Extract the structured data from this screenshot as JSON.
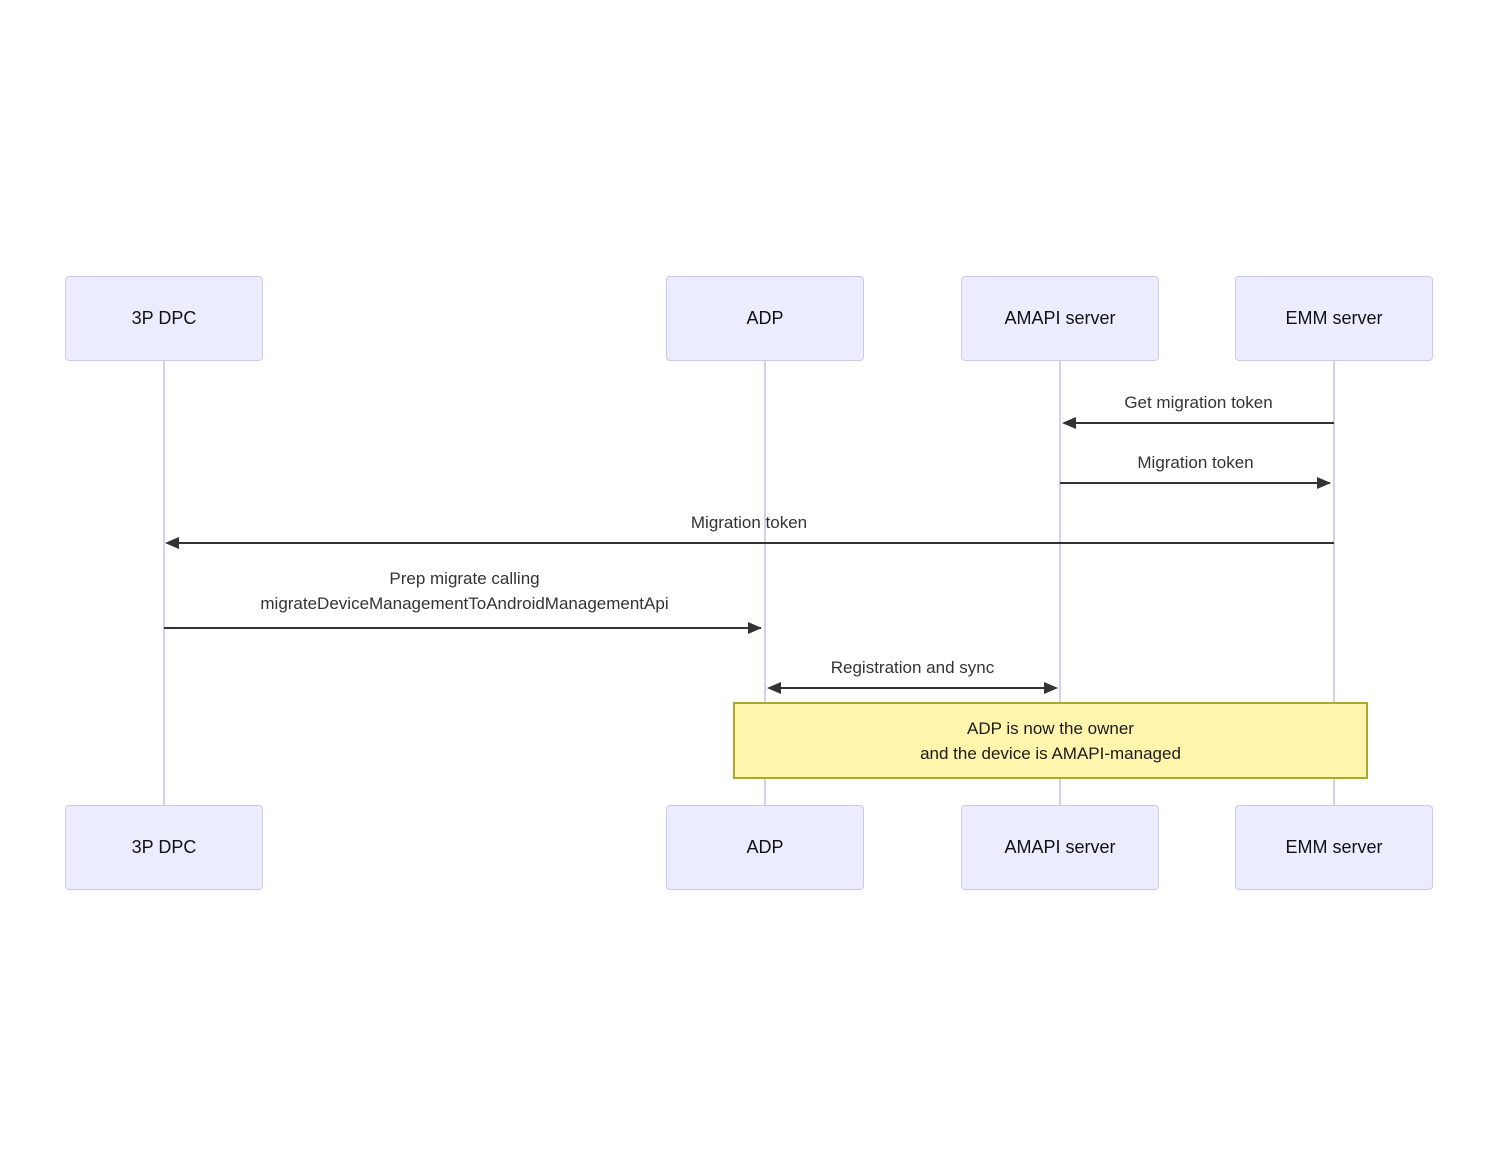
{
  "diagram_type": "sequence-diagram",
  "colors": {
    "background": "#FFFFFF",
    "actor_fill": "#ECECFF",
    "actor_border": "#CFC8EE",
    "lifeline": "#D6D0EE",
    "arrow": "#333333",
    "message_text": "#333333",
    "actor_text": "#111111",
    "note_fill": "#FFF5AD",
    "note_border": "#AAAA33"
  },
  "actors": [
    {
      "label": "3P DPC"
    },
    {
      "label": "ADP"
    },
    {
      "label": "AMAPI server"
    },
    {
      "label": "EMM server"
    }
  ],
  "messages": [
    {
      "label": "Get migration token",
      "from": "EMM server",
      "to": "AMAPI server",
      "direction": "left"
    },
    {
      "label": "Migration token",
      "from": "AMAPI server",
      "to": "EMM server",
      "direction": "right"
    },
    {
      "label": "Migration token",
      "from": "EMM server",
      "to": "3P DPC",
      "direction": "left"
    },
    {
      "label": "Prep migrate calling\nmigrateDeviceManagementToAndroidManagementApi",
      "from": "3P DPC",
      "to": "ADP",
      "direction": "right"
    },
    {
      "label": "Registration and sync",
      "from": "ADP",
      "to": "AMAPI server",
      "direction": "both"
    }
  ],
  "note": {
    "label": "ADP is now the owner\nand the device is AMAPI-managed",
    "over": "ADP, AMAPI server, EMM server"
  }
}
